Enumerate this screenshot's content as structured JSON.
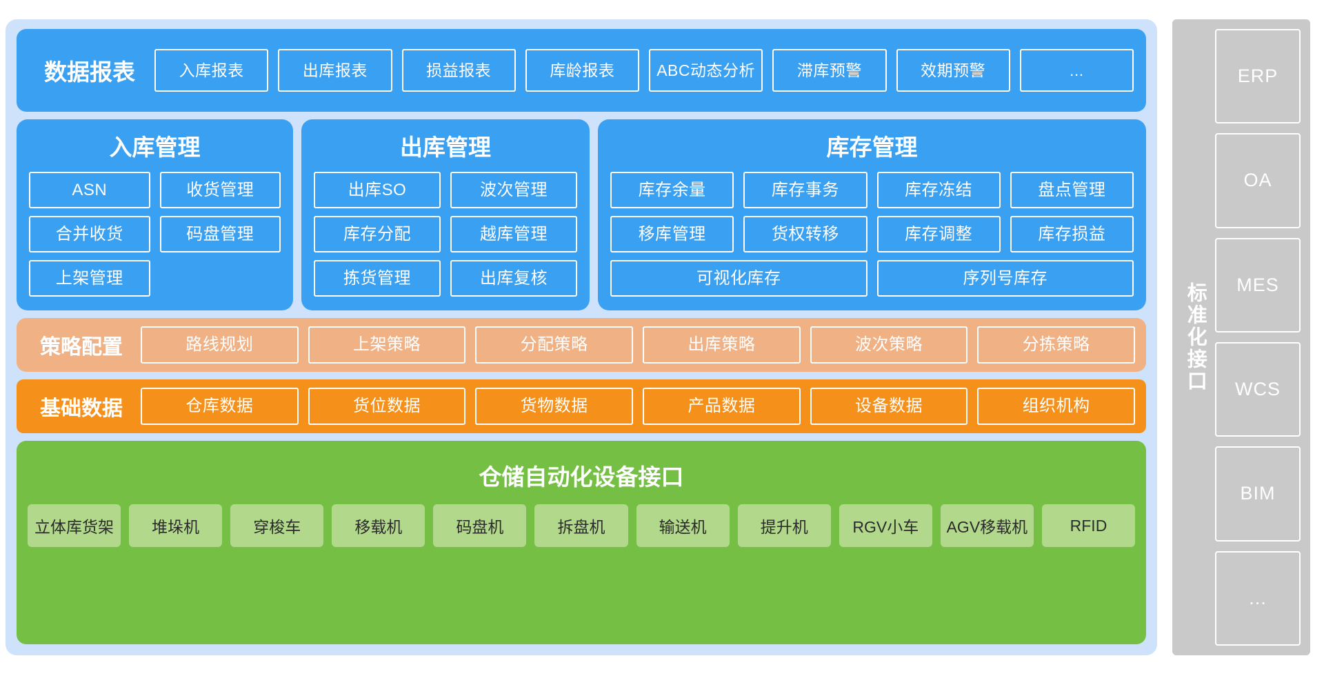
{
  "diagram": {
    "colors": {
      "panel_bg": "#cfe2fb",
      "blue": "#3aa0f2",
      "light_orange": "#f0b184",
      "orange": "#f5901b",
      "green": "#74bf44",
      "device_green": "#b2d88c",
      "sidebar_gray": "#c9c9c9"
    },
    "reports": {
      "title": "数据报表",
      "items": [
        "入库报表",
        "出库报表",
        "损益报表",
        "库龄报表",
        "ABC动态分析",
        "滞库预警",
        "效期预警",
        "..."
      ]
    },
    "modules": [
      {
        "key": "inbound",
        "title": "入库管理",
        "items": [
          "ASN",
          "收货管理",
          "合并收货",
          "码盘管理",
          "上架管理"
        ]
      },
      {
        "key": "outbound",
        "title": "出库管理",
        "items": [
          "出库SO",
          "波次管理",
          "库存分配",
          "越库管理",
          "拣货管理",
          "出库复核"
        ]
      },
      {
        "key": "stock",
        "title": "库存管理",
        "items": [
          "库存余量",
          "库存事务",
          "库存冻结",
          "盘点管理",
          "移库管理",
          "货权转移",
          "库存调整",
          "库存损益",
          "可视化库存",
          "序列号库存"
        ]
      }
    ],
    "strategy": {
      "title": "策略配置",
      "items": [
        "路线规划",
        "上架策略",
        "分配策略",
        "出库策略",
        "波次策略",
        "分拣策略"
      ]
    },
    "basedata": {
      "title": "基础数据",
      "items": [
        "仓库数据",
        "货位数据",
        "货物数据",
        "产品数据",
        "设备数据",
        "组织机构"
      ]
    },
    "automation": {
      "title": "仓储自动化设备接口",
      "items": [
        "立体库货架",
        "堆垛机",
        "穿梭车",
        "移载机",
        "码盘机",
        "拆盘机",
        "输送机",
        "提升机",
        "RGV小车",
        "AGV移载机",
        "RFID"
      ]
    },
    "sidebar": {
      "label": "标准化接口",
      "items": [
        "ERP",
        "OA",
        "MES",
        "WCS",
        "BIM",
        "..."
      ]
    }
  }
}
